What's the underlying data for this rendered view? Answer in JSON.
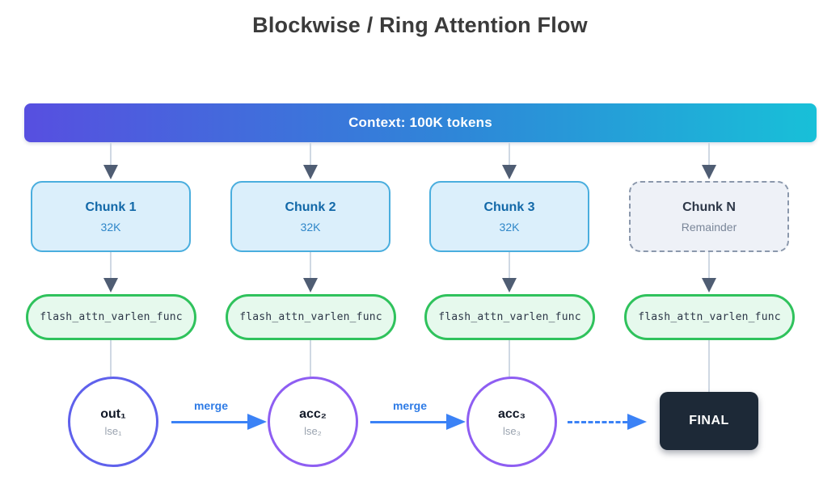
{
  "title": "Blockwise / Ring Attention Flow",
  "banner": {
    "label": "Context: 100K tokens"
  },
  "columns": [
    {
      "chunk": {
        "title": "Chunk 1",
        "subtitle": "32K"
      },
      "func": "flash_attn_varlen_func",
      "result": {
        "main": "out₁",
        "sub": "lse₁"
      }
    },
    {
      "chunk": {
        "title": "Chunk 2",
        "subtitle": "32K"
      },
      "func": "flash_attn_varlen_func",
      "result": {
        "main": "acc₂",
        "sub": "lse₂"
      }
    },
    {
      "chunk": {
        "title": "Chunk 3",
        "subtitle": "32K"
      },
      "func": "flash_attn_varlen_func",
      "result": {
        "main": "acc₃",
        "sub": "lse₃"
      }
    },
    {
      "chunk": {
        "title": "Chunk N",
        "subtitle": "Remainder"
      },
      "func": "flash_attn_varlen_func",
      "result": {
        "final": "FINAL"
      }
    }
  ],
  "merges": [
    {
      "label": "merge"
    },
    {
      "label": "merge"
    }
  ],
  "colors": {
    "banner_gradient_start": "#574fe0",
    "banner_gradient_end": "#18c0d8",
    "chunk_fill": "#dbeffb",
    "chunk_border": "#4aaede",
    "chunk_n_fill": "#eef1f7",
    "chunk_n_border": "#8b98ac",
    "pill_fill": "#e6f9ed",
    "pill_border": "#2fc25c",
    "circle1_border": "#5f61ec",
    "circle23_border": "#8e5ef2",
    "merge_arrow": "#3b82f6",
    "down_arrowhead": "#4f5d73",
    "final_fill": "#1d2937"
  }
}
